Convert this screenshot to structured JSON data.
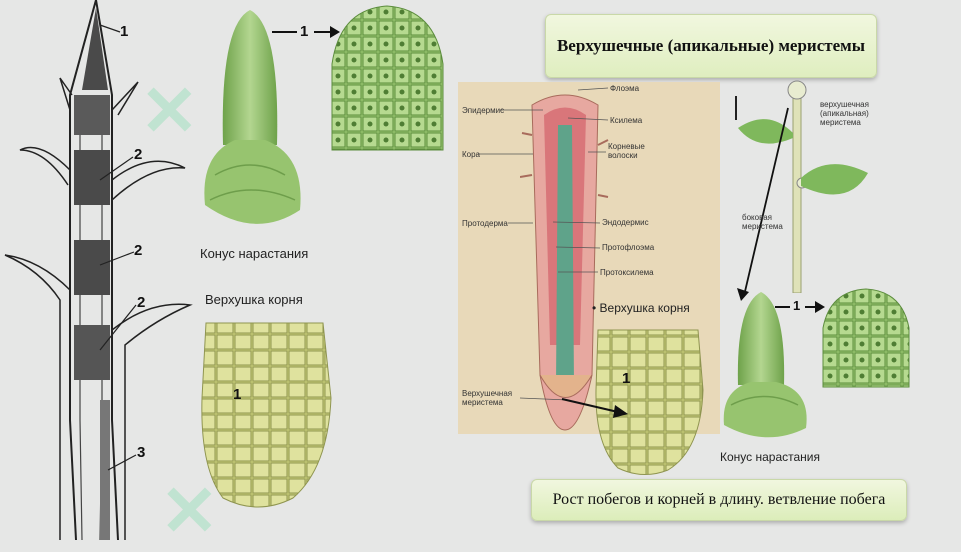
{
  "title": "Верхушечные (апикальные) меристемы",
  "caption": "Рост побегов и корней в длину. ветвление побега",
  "shoot_numbers": [
    "1",
    "2",
    "2",
    "2",
    "3"
  ],
  "cone_label": "Конус нарастания",
  "root_tip_label": "Верхушка корня",
  "arrow_number": "1",
  "cell_number": "1",
  "root_labels": {
    "epidermis": "Эпидермис",
    "cortex": "Кора",
    "protoderm": "Протодерма",
    "apical_meristem": "Верхушечная меристема",
    "phloem": "Флоэма",
    "xylem": "Ксилема",
    "root_hairs": "Корневые волоски",
    "endodermis": "Эндодермис",
    "protophloem": "Протофлоэма",
    "protoxylem": "Протоксилема"
  },
  "right_root_tip_label": "• Верхушка корня",
  "right_cell_number": "1",
  "plant_labels": {
    "apical_meristem": "верхушечная (апикальная) меристема",
    "lateral_meristem": "боковая меристема"
  },
  "right_arrow_number": "1",
  "right_cone_label": "Конус нарастания",
  "colors": {
    "green": "#8fbd63",
    "cell_green": "#9cc974",
    "yellow_cells": "#d9dc92",
    "root_red": "#d9767a",
    "root_teal": "#5fa38a"
  }
}
